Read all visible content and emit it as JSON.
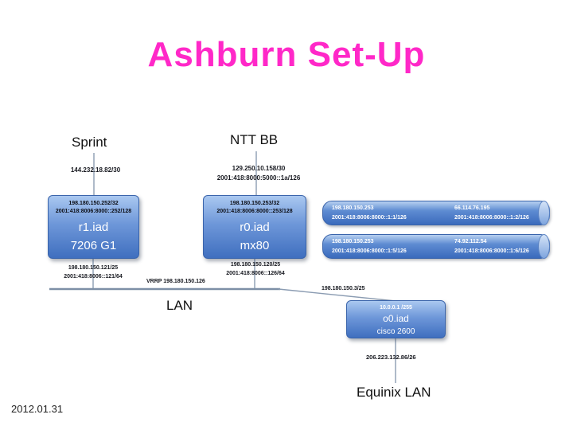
{
  "slide": {
    "title": "Ashburn Set-Up",
    "date": "2012.01.31"
  },
  "colors": {
    "title_pink": "#ff28c8",
    "box_blue_top": "#aac8f0",
    "box_blue_bottom": "#3f6fbf",
    "line_gray": "#8b9cb2"
  },
  "uplinks": [
    {
      "name": "Sprint",
      "ips": [
        "144.232.18.82/30"
      ]
    },
    {
      "name": "NTT BB",
      "ips": [
        "129.250.10.158/30",
        "2001:418:8000:5000::1a/126"
      ]
    }
  ],
  "routers": [
    {
      "ip4": "198.180.150.252/32",
      "ip6": "2001:418:8006:8000::252/128",
      "name": "r1.iad",
      "model": "7206 G1",
      "lan_ip4": "198.180.150.121/25",
      "lan_ip6": "2001:418:8006::121/64"
    },
    {
      "ip4": "198.180.150.253/32",
      "ip6": "2001:418:8006:8000::253/128",
      "name": "r0.iad",
      "model": "mx80",
      "lan_ip4": "198.180.150.120/25",
      "lan_ip6": "2001:418:8006::126/64"
    }
  ],
  "tunnels": [
    {
      "left_ip4": "198.180.150.253",
      "left_ip6": "2001:418:8006:8000::1:1/126",
      "right_ip4": "66.114.76.195",
      "right_ip6": "2001:418:8006:8000::1:2/126"
    },
    {
      "left_ip4": "198.180.150.253",
      "left_ip6": "2001:418:8006:8000::1:5/126",
      "right_ip4": "74.92.112.54",
      "right_ip6": "2001:418:8006:8000::1:6/126"
    }
  ],
  "lan": {
    "label": "LAN",
    "vrrp": "VRRP 198.180.150.126",
    "branch_ip": "198.180.150.3/25"
  },
  "access": {
    "ip": "10.0.0.1 /255",
    "name": "o0.iad",
    "model": "cisco 2600",
    "downstream_ip": "206.223.132.86/26",
    "label": "Equinix LAN"
  }
}
